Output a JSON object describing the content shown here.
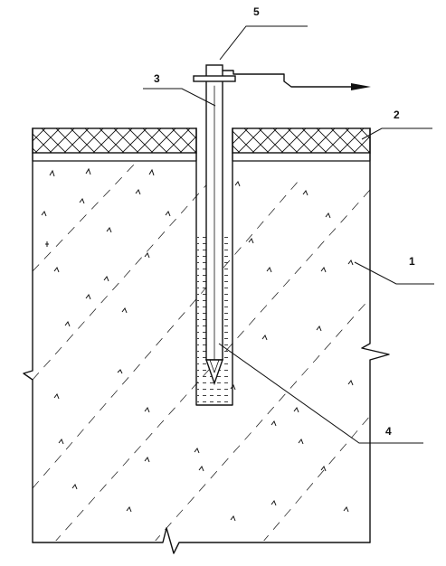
{
  "figure": {
    "ink_color": "#111111",
    "background_color": "#ffffff",
    "callouts": [
      {
        "id": "1",
        "label": "1"
      },
      {
        "id": "2",
        "label": "2"
      },
      {
        "id": "3",
        "label": "3"
      },
      {
        "id": "4",
        "label": "4"
      },
      {
        "id": "5",
        "label": "5"
      }
    ],
    "components": {
      "soil_mass": "1",
      "surface_layer": "2",
      "tube": "3",
      "liquid_in_borehole": "4",
      "head_fitting": "5"
    }
  }
}
